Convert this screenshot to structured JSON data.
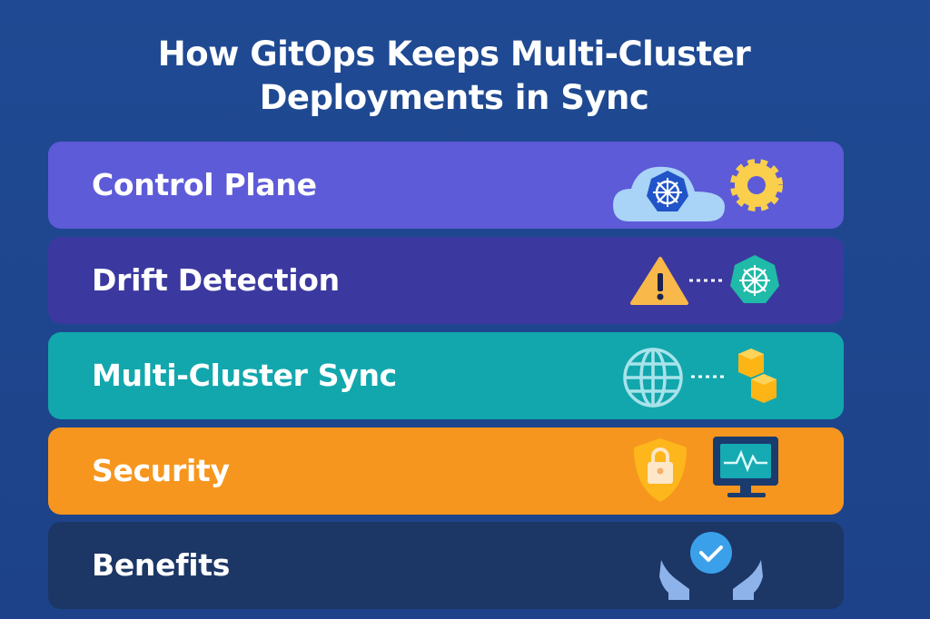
{
  "title": {
    "line1": "How GitOps Keeps Multi-Cluster",
    "line2": "Deployments in Sync"
  },
  "rows": [
    {
      "label": "Control Plane",
      "color": "#5d5bd8",
      "icons": [
        "cloud-kubernetes-icon",
        "gear-icon"
      ]
    },
    {
      "label": "Drift Detection",
      "color": "#3b399f",
      "icons": [
        "warning-icon",
        "kubernetes-icon"
      ]
    },
    {
      "label": "Multi-Cluster Sync",
      "color": "#12a7ad",
      "icons": [
        "globe-icon",
        "cubes-icon"
      ]
    },
    {
      "label": "Security",
      "color": "#f7961e",
      "icons": [
        "shield-lock-icon",
        "monitor-pulse-icon"
      ]
    },
    {
      "label": "Benefits",
      "color": "#1c3665",
      "icons": [
        "hands-check-icon"
      ]
    }
  ]
}
